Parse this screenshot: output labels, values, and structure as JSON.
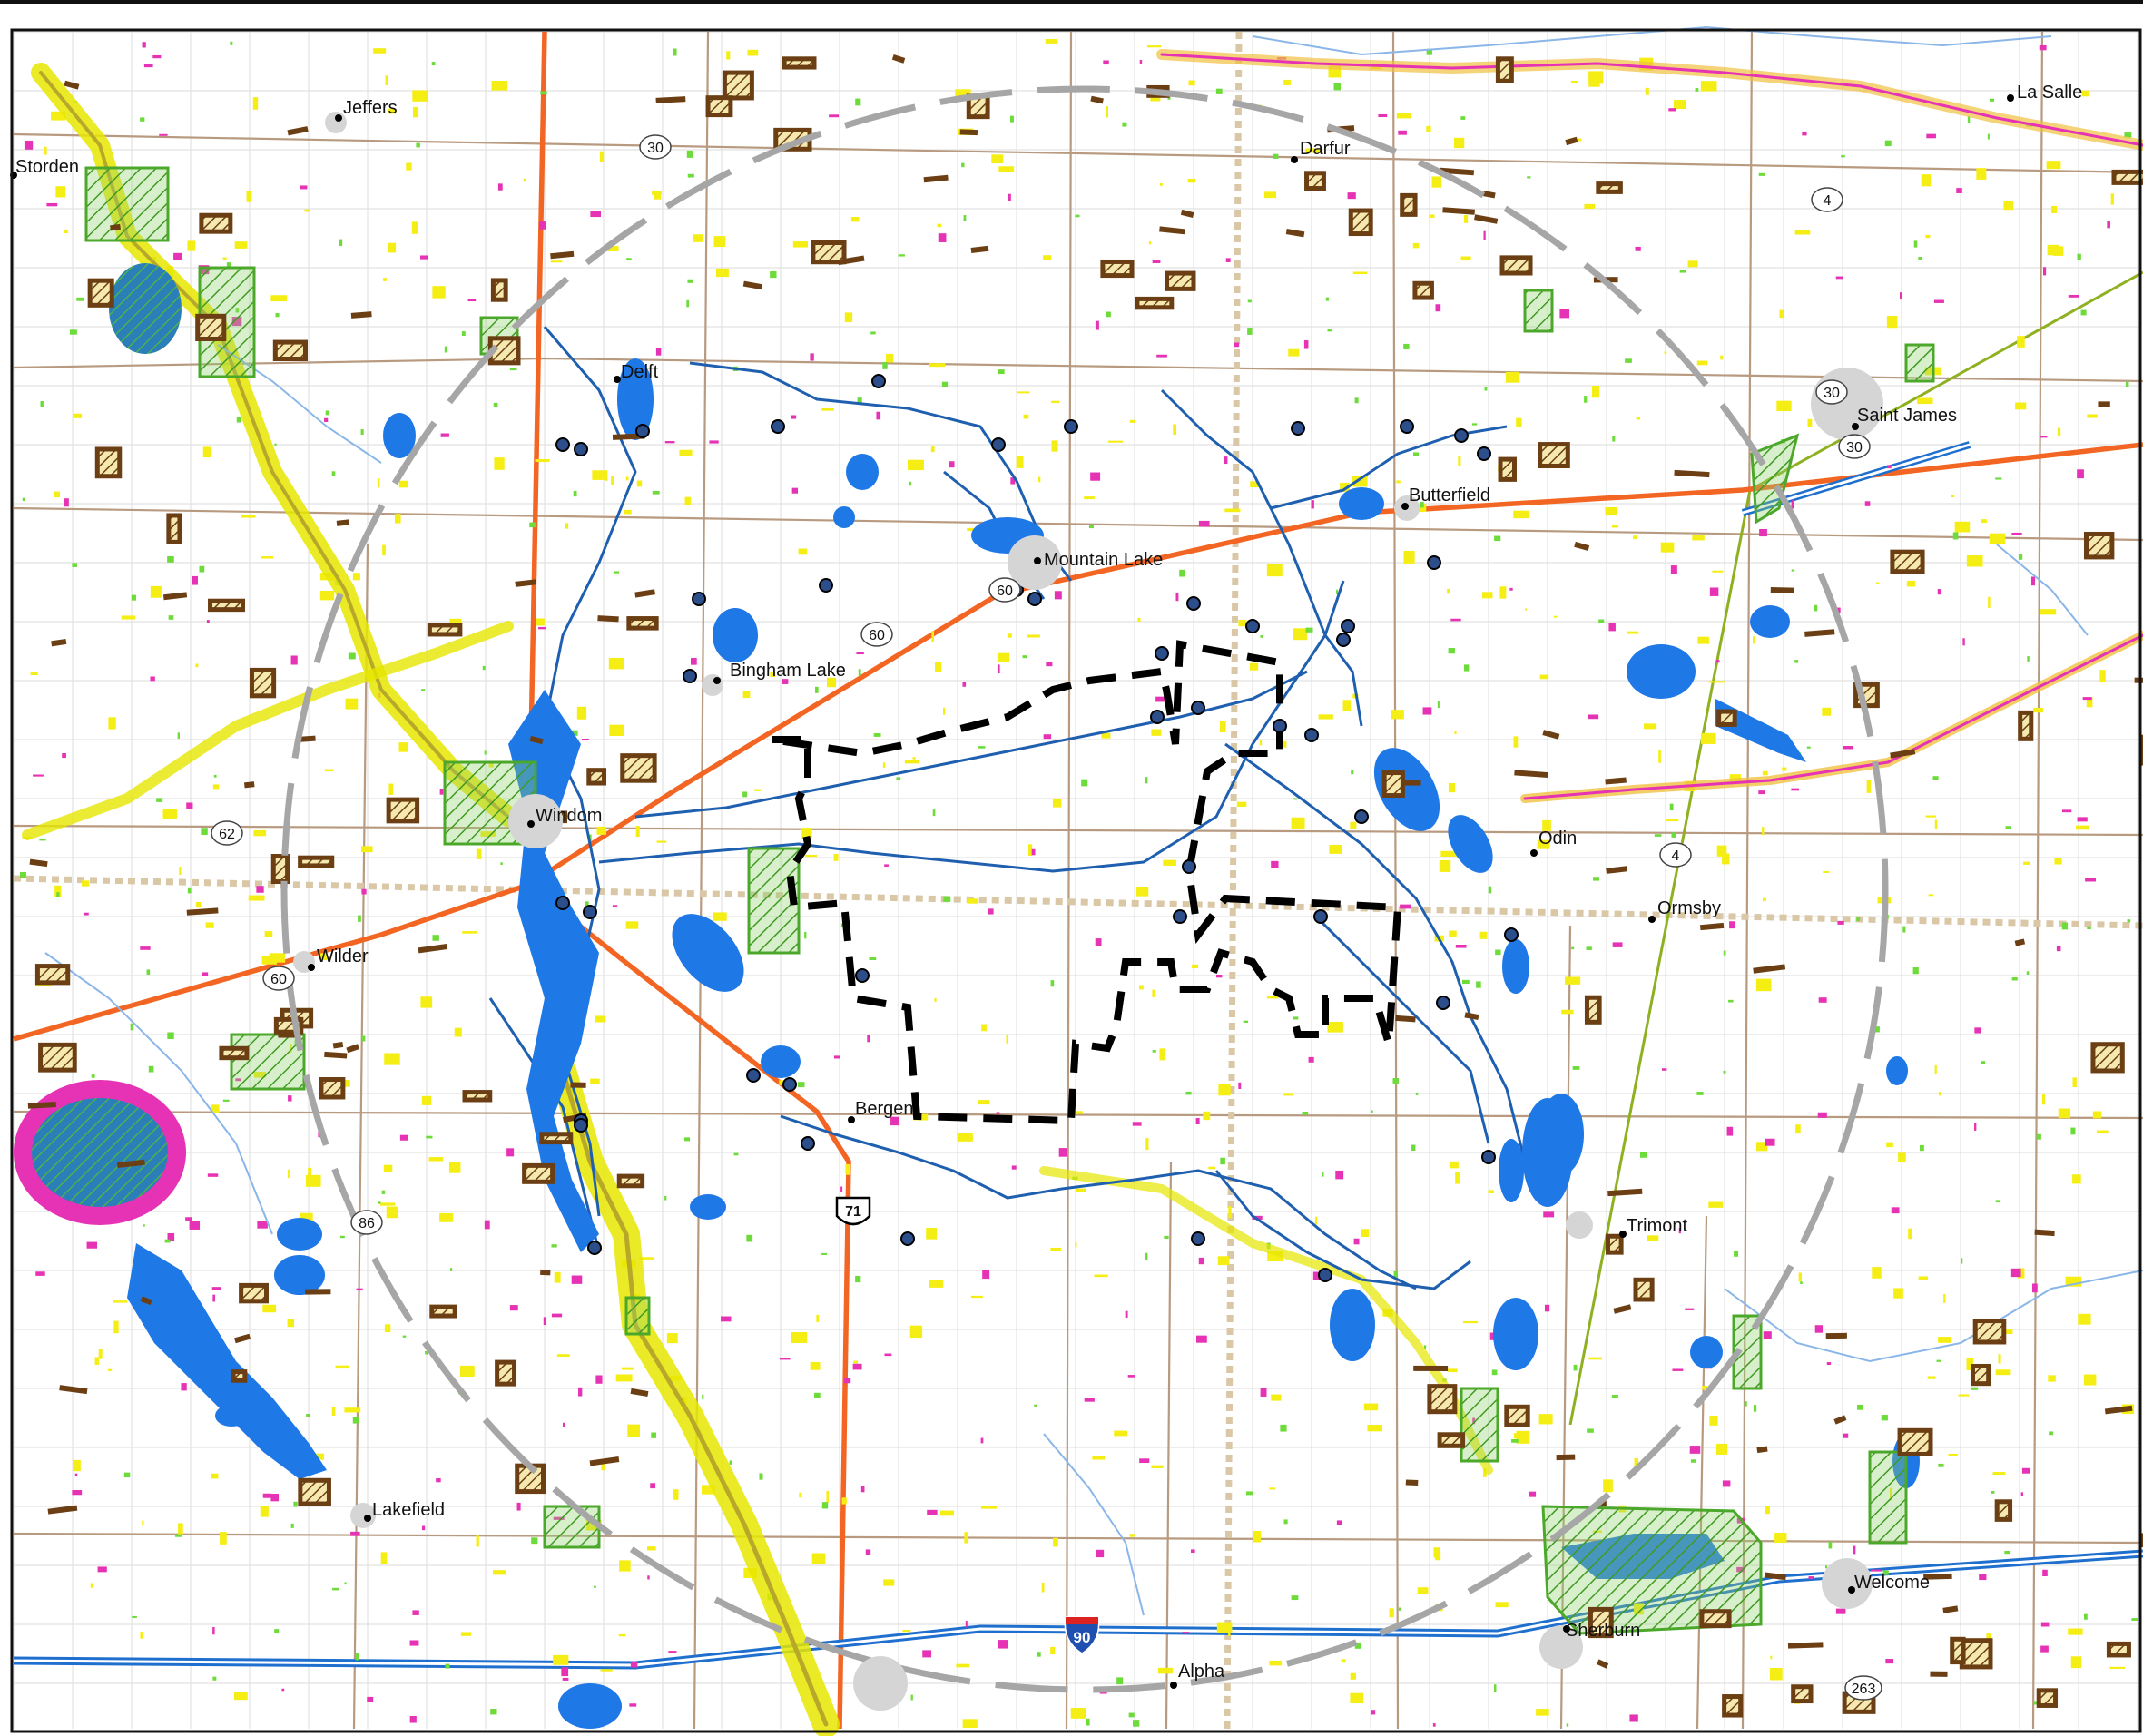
{
  "colors": {
    "background": "#ffffff",
    "frame": "#111111",
    "township_grid": "#dcdcdc",
    "county_road": "#b08f76",
    "state_highway": "#f26522",
    "interstate": "#1f6fcf",
    "water_lake": "#1e78e6",
    "stream": "#1f5fb0",
    "stream_light": "#8ab6e8",
    "wetland_yellow": "#f7f21a",
    "wetland_magenta": "#e632b4",
    "wetland_green": "#6ddc3a",
    "protected_green_hatch": "#4ca82a",
    "brown_parcel": "#6b3f13",
    "project_boundary": "#000000",
    "buffer_circle": "#a6a6a6",
    "county_line": "#d4c4a8",
    "rail": "#8fb020",
    "town_fill": "#cfcfcf"
  },
  "towns": [
    {
      "name": "Jeffers"
    },
    {
      "name": "Storden"
    },
    {
      "name": "Darfur"
    },
    {
      "name": "La Salle"
    },
    {
      "name": "Delft"
    },
    {
      "name": "Saint James"
    },
    {
      "name": "Butterfield"
    },
    {
      "name": "Mountain Lake"
    },
    {
      "name": "Bingham Lake"
    },
    {
      "name": "Windom"
    },
    {
      "name": "Odin"
    },
    {
      "name": "Ormsby"
    },
    {
      "name": "Wilder"
    },
    {
      "name": "Bergen"
    },
    {
      "name": "Trimont"
    },
    {
      "name": "Lakefield"
    },
    {
      "name": "Welcome"
    },
    {
      "name": "Sherburn"
    },
    {
      "name": "Alpha"
    }
  ],
  "route_shields": [
    {
      "number": "30",
      "kind": "state"
    },
    {
      "number": "4",
      "kind": "state"
    },
    {
      "number": "30",
      "kind": "state"
    },
    {
      "number": "30",
      "kind": "state"
    },
    {
      "number": "60",
      "kind": "state"
    },
    {
      "number": "60",
      "kind": "state"
    },
    {
      "number": "62",
      "kind": "state"
    },
    {
      "number": "60",
      "kind": "state"
    },
    {
      "number": "4",
      "kind": "state"
    },
    {
      "number": "86",
      "kind": "state"
    },
    {
      "number": "71",
      "kind": "us"
    },
    {
      "number": "90",
      "kind": "interstate"
    },
    {
      "number": "263",
      "kind": "state"
    }
  ]
}
